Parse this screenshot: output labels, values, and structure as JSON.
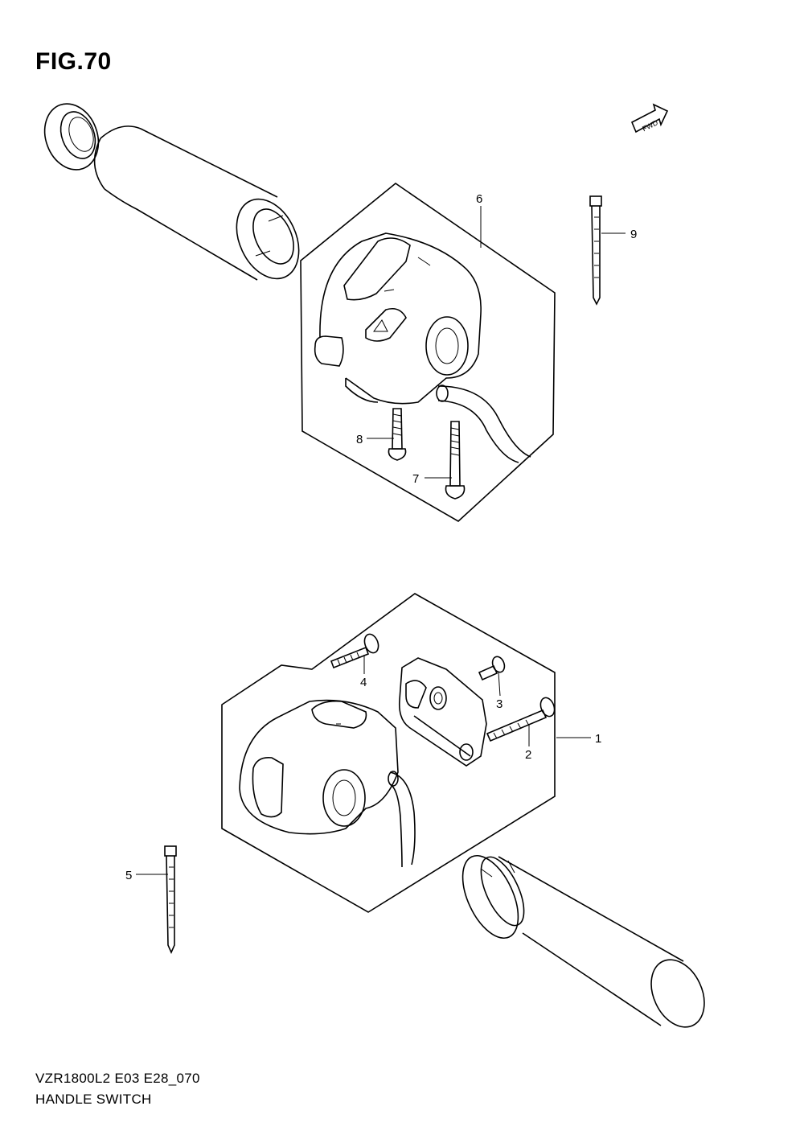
{
  "figure": {
    "title": "FIG.70",
    "model_code": "VZR1800L2 E03 E28_070",
    "name": "HANDLE SWITCH",
    "fwd_label": "FWD"
  },
  "callouts": [
    {
      "num": "1"
    },
    {
      "num": "2"
    },
    {
      "num": "3"
    },
    {
      "num": "4"
    },
    {
      "num": "5"
    },
    {
      "num": "6"
    },
    {
      "num": "7"
    },
    {
      "num": "8"
    },
    {
      "num": "9"
    }
  ]
}
